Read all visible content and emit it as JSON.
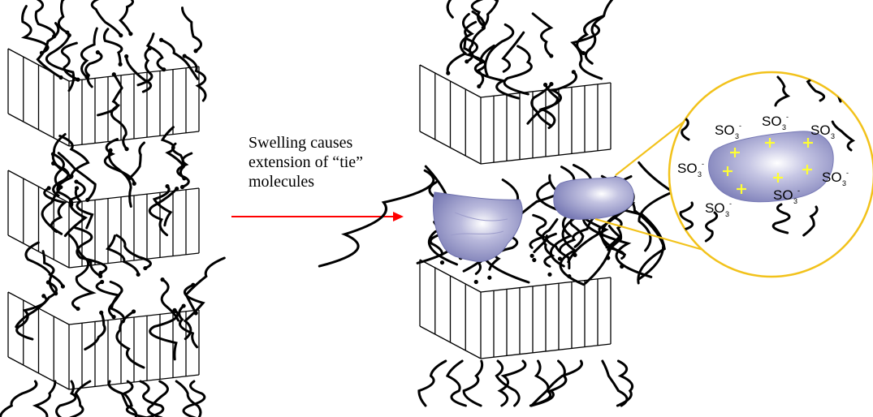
{
  "caption": {
    "line1": "Swelling causes",
    "line2": "extension of “tie”",
    "line3": "molecules"
  },
  "ion_labels": {
    "symbol": "SO",
    "subscript": "3",
    "charge": "-",
    "cation_mark": "+"
  },
  "colors": {
    "arrow": "#ff0000",
    "zoom_circle": "#f2c21b",
    "cluster_fill": "#7e7fb8",
    "cluster_highlight": "#ffffff",
    "cation": "#ffff33",
    "line": "#000000"
  }
}
